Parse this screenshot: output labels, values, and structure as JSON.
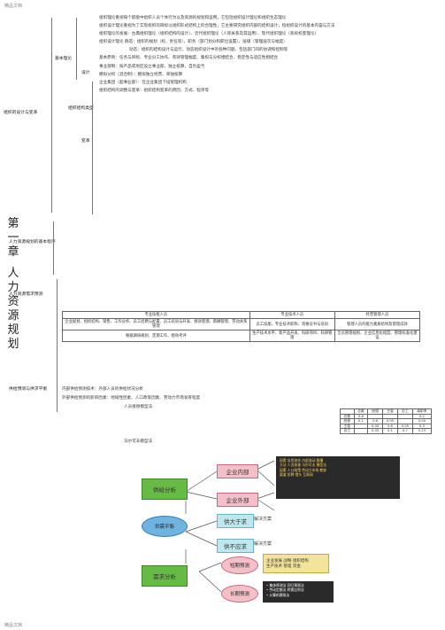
{
  "watermark": {
    "top": "精品文档",
    "bottom": "精品文档"
  },
  "title": [
    "第",
    "一",
    "章",
    "人",
    "力",
    "资",
    "源",
    "规",
    "划"
  ],
  "outline": {
    "org_design": "组织的设计与变革",
    "basic_principles": "基本理论",
    "design": "设计",
    "change": "变革",
    "structure_types": "组织结构类型",
    "hr_planning": "人力资源规划的基本程序",
    "demand_forecast": "人力资源需求预测",
    "supply_forecast": "供给预测与供求平衡",
    "lines": [
      "组织理论重视每个职能中组织人员个体行为以及资源的规划和运用，它包括组织设计理论和组织生态理论",
      "组织设计理论重视为了实现组织的目标以组织形式结构上的合理性，它主要研究组织内部的结构设计，指组织设计的基本内容与方法",
      "组织理论的发展：古典组织理论（组织结构的设计）、近代组织理论（人际关系及其运用）、现代组织理论（系统权变理论）",
      "组织设计理论 静态：组织的规划（权、责任等），职务（部门划分和职位设置），层级（管理层次与幅度）",
      "动态：组织的结构设计与运行，动态组织设计中的各种问题，包括部门间的协调和控制等",
      "基本原则：任务与目标、专业分工协作、有效管理幅度、集权与分权相结合、稳定性与适应性相结合",
      "事业部制：按产品或地区设立事业部，独立核算，自负盈亏",
      "模拟分权（混合制）：模拟独立经营、单独核算",
      "企业集团（超事业部）：在企业集团下设管理机构",
      "组织结构的调整与变革：组织结构变革的原因、方式、程序等"
    ]
  },
  "table1": {
    "rows": [
      [
        "专业技能人员",
        "专业技术人员",
        "经营管理人员"
      ],
      [
        "企业规划、组织结构、销售、工作分析、员工招聘与配置、员工培训与开发、绩效管理、薪酬管理、劳动关系管理",
        "员工技能、专业技术职称、资格证书与培训",
        "管理人员的能力素质结构及管理成效"
      ],
      [
        "根据调研规划、定期工作、绩效考评",
        "生产技术水平、新产品开发、科研项目、科研管理",
        "全员管理规划、企业信息化程度、管理标准化建设"
      ]
    ]
  },
  "supply": {
    "internal": "内部供给预测技术：外部人员的供给状况分析",
    "external": "外部供给预测的影响因素：地域性因素、人口政策因素、劳动力市场发育程度",
    "method1": "人员接替模型法",
    "method2": "马尔可夫模型法"
  },
  "table2": {
    "header": [
      "总裁",
      "经理",
      "主管",
      "员工",
      "离职率"
    ],
    "rows": [
      [
        "总裁",
        "0.8",
        "",
        "",
        "",
        "0.2"
      ],
      [
        "经理",
        "0.1",
        "0.6",
        "0.05",
        "",
        "0.05"
      ],
      [
        "主管",
        "",
        "0.05",
        "0.6",
        "0.05",
        "0.3"
      ],
      [
        "员工",
        "",
        "0.05",
        "0.1",
        "0.7",
        "0.15"
      ]
    ]
  },
  "flow": {
    "supply_analysis": "供给分析",
    "internal_supply": "企业内部",
    "external_supply": "企业外部",
    "balance": "供需平衡",
    "demand_analysis": "需求分析",
    "short_term": "短期预测",
    "long_term": "长期预测",
    "labor_surplus": "供大于求",
    "labor_shortage": "供不应求",
    "solve": "解决方案",
    "note_internal": [
      "因素 自然流失 内部流动 跳槽",
      "方法 人员核查 马尔可夫 模型法",
      "因素 人口政策 劳动力市场 教育",
      "渠道 招聘 猎头 互联网"
    ],
    "note_demand": [
      "企业发展 战略 组织结构",
      "生产技术 管理 资金"
    ],
    "note_method": [
      "• 集体预测法 回归预测法",
      "• 劳动定额法 转换比例法",
      "• 计算机模拟法"
    ]
  }
}
